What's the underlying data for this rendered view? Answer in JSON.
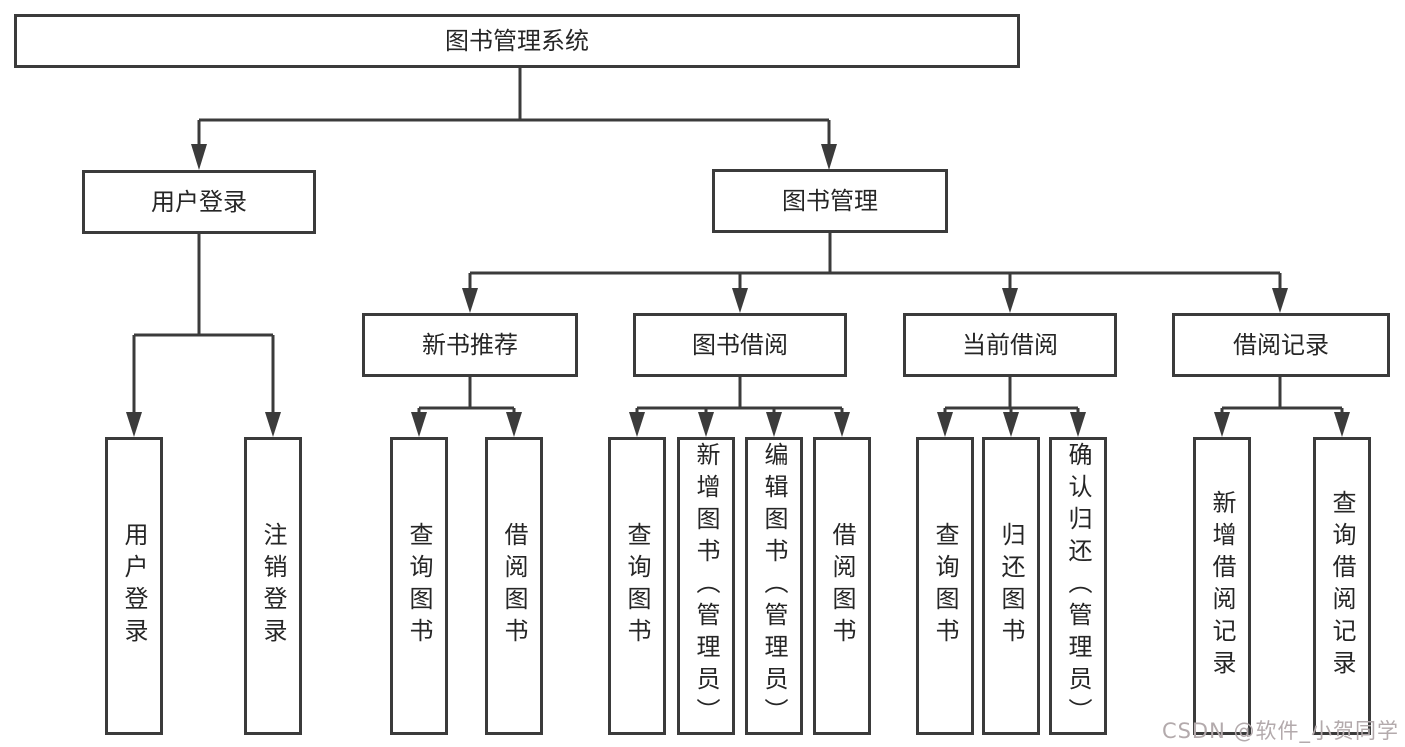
{
  "tree": {
    "root": {
      "label": "图书管理系统"
    },
    "user_login": {
      "label": "用户登录",
      "leaves": [
        "用户登录",
        "注销登录"
      ]
    },
    "book_mgmt": {
      "label": "图书管理",
      "groups": [
        {
          "label": "新书推荐",
          "leaves": [
            "查询图书",
            "借阅图书"
          ]
        },
        {
          "label": "图书借阅",
          "leaves": [
            "查询图书",
            "新增图书（管理员）",
            "编辑图书（管理员）",
            "借阅图书"
          ]
        },
        {
          "label": "当前借阅",
          "leaves": [
            "查询图书",
            "归还图书",
            "确认归还（管理员）"
          ]
        },
        {
          "label": "借阅记录",
          "leaves": [
            "新增借阅记录",
            "查询借阅记录"
          ]
        }
      ]
    }
  },
  "watermark": {
    "text": "CSDN @软件_小贺同学"
  },
  "colors": {
    "line": "#3b3b3b",
    "text": "#262626",
    "watermark": "#b3aaac",
    "background": "#ffffff"
  }
}
